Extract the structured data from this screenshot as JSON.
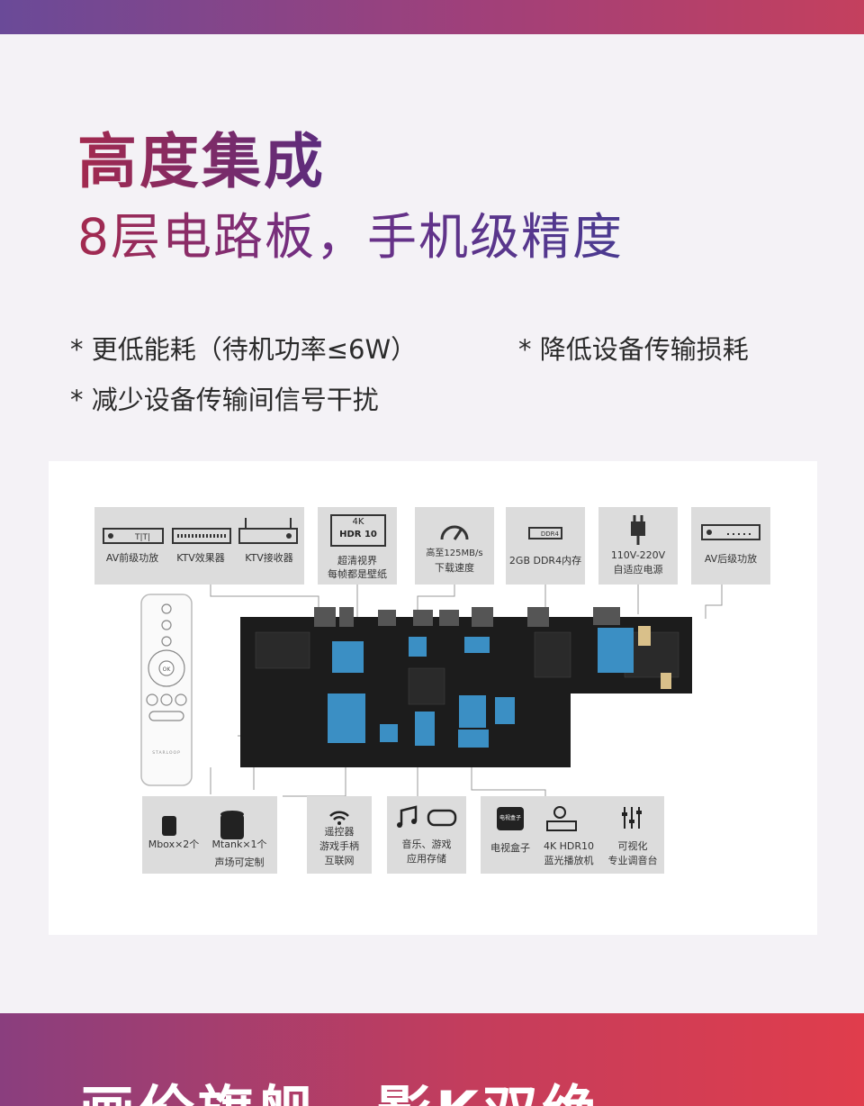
{
  "header": {
    "title": "高度集成",
    "subtitle": "8层电路板，手机级精度"
  },
  "bullets": {
    "b1": "* 更低能耗（待机功率≤6W）",
    "b2": "* 降低设备传输损耗",
    "b3": "* 减少设备传输间信号干扰"
  },
  "diagram": {
    "top": {
      "av_pre": "AV前级功放",
      "ktv_effect": "KTV效果器",
      "ktv_receiver": "KTV接收器",
      "hdr_badge_line1": "4K",
      "hdr_badge_line2": "HDR 10",
      "hdr_line1": "超清视界",
      "hdr_line2": "每帧都是壁纸",
      "speed_line1": "高至125MB/s",
      "speed_line2": "下载速度",
      "ddr_chip": "DDR4",
      "ddr": "2GB DDR4内存",
      "power_line1": "110V-220V",
      "power_line2": "自适应电源",
      "av_post": "AV后级功放"
    },
    "bottom": {
      "mbox": "Mbox×2个",
      "mtank": "Mtank×1个",
      "sound_field": "声场可定制",
      "wireless_line1": "遥控器",
      "wireless_line2": "游戏手柄",
      "wireless_line3": "互联网",
      "music_line1": "音乐、游戏",
      "music_line2": "应用存储",
      "tvbox_icon": "电视盒子",
      "tvbox": "电视盒子",
      "bluray_line1": "4K HDR10",
      "bluray_line2": "蓝光播放机",
      "mixer_line1": "可视化",
      "mixer_line2": "专业调音台"
    },
    "remote": {
      "ok": "OK",
      "brand": "STARLOOP"
    }
  },
  "footer": {
    "text": "画伦旗舰，影K双绝"
  },
  "colors": {
    "accent": "#a32a4e",
    "chip": "#3b8fc4",
    "board": "#1c1c1c"
  }
}
